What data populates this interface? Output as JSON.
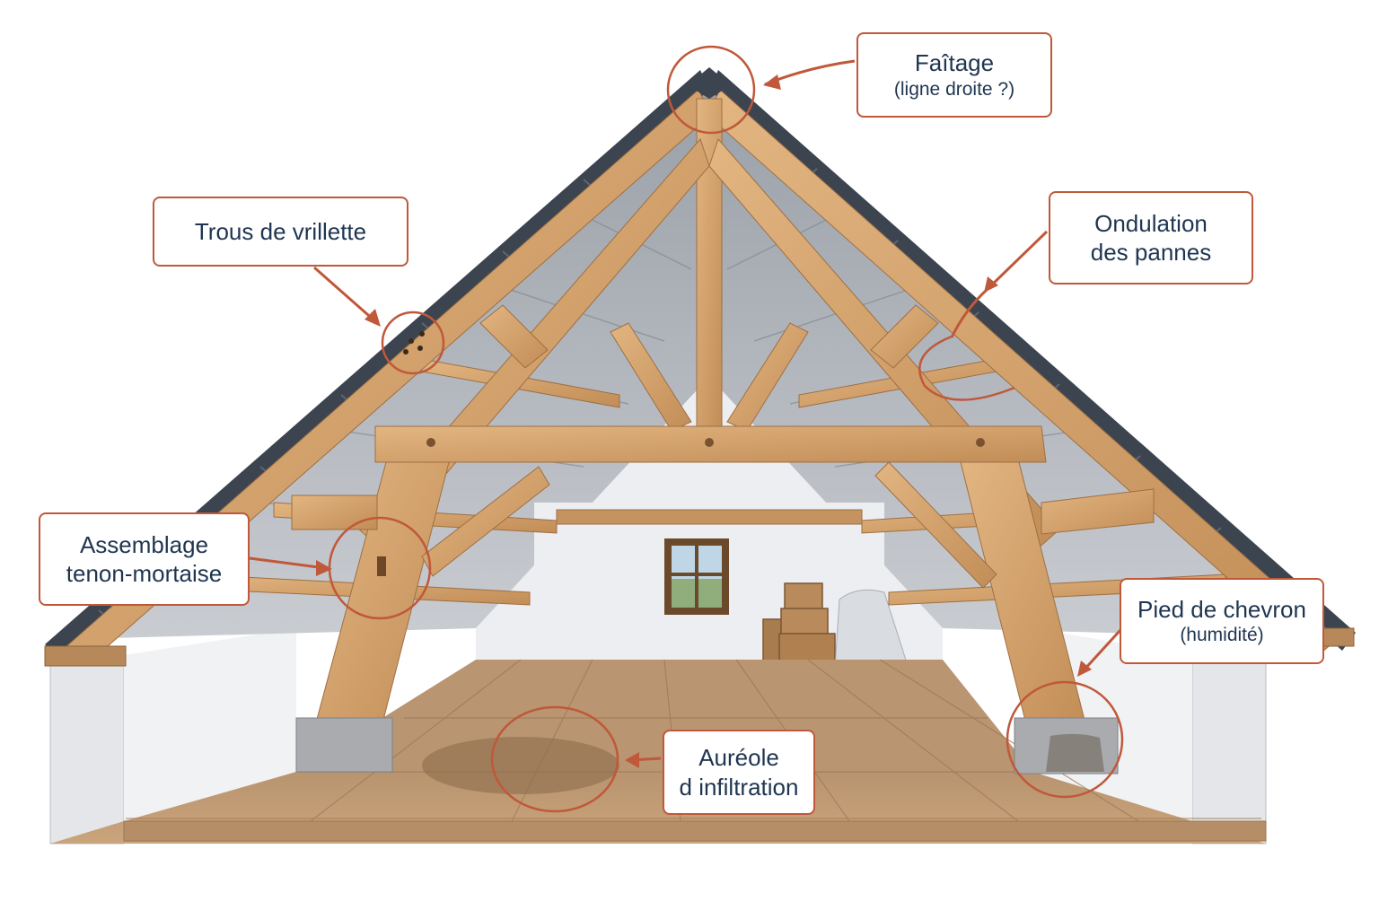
{
  "colors": {
    "accent": "#c0583a",
    "label_text": "#1f3550",
    "timber": "#d9a874",
    "timber_dark": "#b98550",
    "slate": "#3c4450",
    "wall": "#eef0f3",
    "floor": "#c69f78"
  },
  "callouts": {
    "faitage": {
      "title": "Faîtage",
      "subtitle": "(ligne droite ?)"
    },
    "trous": {
      "title": "Trous de vrillette"
    },
    "ondulation": {
      "line1": "Ondulation",
      "line2": "des pannes"
    },
    "assemblage": {
      "line1": "Assemblage",
      "line2": "tenon-mortaise"
    },
    "pied": {
      "title": "Pied de chevron",
      "subtitle": "(humidité)"
    },
    "aureole": {
      "line1": "Auréole",
      "line2": "d infiltration"
    }
  }
}
